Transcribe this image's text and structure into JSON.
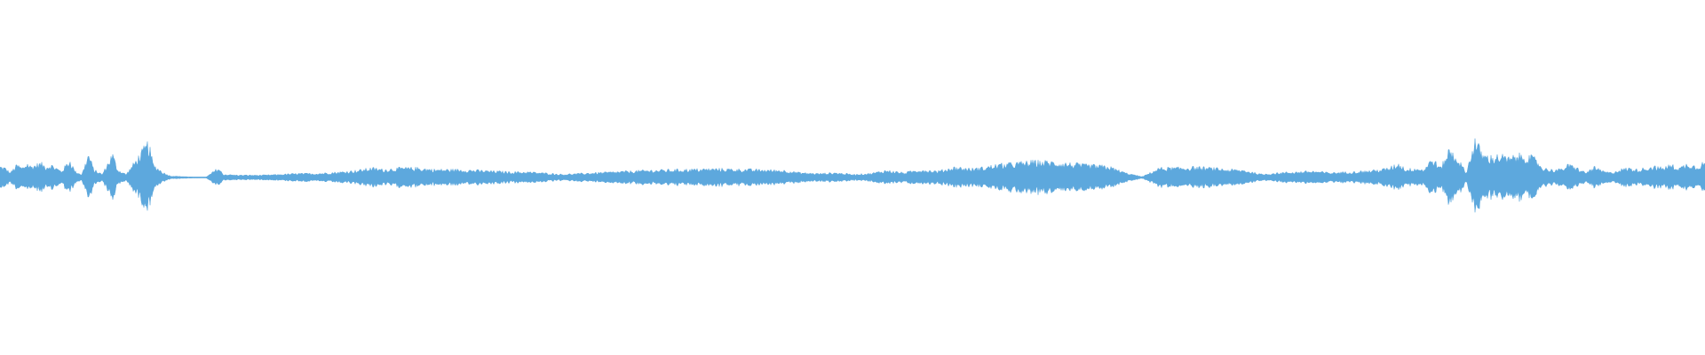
{
  "waveform": {
    "color": "#5DA8DD",
    "background": "#ffffff",
    "amplitude_envelope": [
      [
        0,
        0.07
      ],
      [
        0.003,
        0.06
      ],
      [
        0.006,
        0.03
      ],
      [
        0.01,
        0.08
      ],
      [
        0.013,
        0.06
      ],
      [
        0.016,
        0.09
      ],
      [
        0.018,
        0.07
      ],
      [
        0.021,
        0.08
      ],
      [
        0.024,
        0.09
      ],
      [
        0.027,
        0.07
      ],
      [
        0.03,
        0.08
      ],
      [
        0.033,
        0.06
      ],
      [
        0.036,
        0.04
      ],
      [
        0.041,
        0.11
      ],
      [
        0.044,
        0.04
      ],
      [
        0.048,
        0.02
      ],
      [
        0.052,
        0.15
      ],
      [
        0.055,
        0.05
      ],
      [
        0.06,
        0.02
      ],
      [
        0.066,
        0.15
      ],
      [
        0.069,
        0.05
      ],
      [
        0.074,
        0.02
      ],
      [
        0.087,
        0.22
      ],
      [
        0.09,
        0.08
      ],
      [
        0.096,
        0.03
      ],
      [
        0.1,
        0.01
      ],
      [
        0.11,
        0.005
      ],
      [
        0.115,
        0.002
      ],
      [
        0.121,
        0.003
      ],
      [
        0.128,
        0.06
      ],
      [
        0.131,
        0.02
      ],
      [
        0.14,
        0.015
      ],
      [
        0.155,
        0.015
      ],
      [
        0.165,
        0.02
      ],
      [
        0.175,
        0.025
      ],
      [
        0.185,
        0.025
      ],
      [
        0.2,
        0.035
      ],
      [
        0.21,
        0.045
      ],
      [
        0.218,
        0.06
      ],
      [
        0.225,
        0.05
      ],
      [
        0.235,
        0.06
      ],
      [
        0.245,
        0.06
      ],
      [
        0.255,
        0.05
      ],
      [
        0.27,
        0.05
      ],
      [
        0.28,
        0.045
      ],
      [
        0.29,
        0.04
      ],
      [
        0.3,
        0.035
      ],
      [
        0.31,
        0.035
      ],
      [
        0.33,
        0.02
      ],
      [
        0.34,
        0.025
      ],
      [
        0.36,
        0.035
      ],
      [
        0.38,
        0.045
      ],
      [
        0.4,
        0.05
      ],
      [
        0.42,
        0.055
      ],
      [
        0.44,
        0.05
      ],
      [
        0.46,
        0.045
      ],
      [
        0.47,
        0.03
      ],
      [
        0.48,
        0.025
      ],
      [
        0.49,
        0.03
      ],
      [
        0.5,
        0.02
      ],
      [
        0.51,
        0.025
      ],
      [
        0.52,
        0.045
      ],
      [
        0.53,
        0.03
      ],
      [
        0.54,
        0.05
      ],
      [
        0.55,
        0.04
      ],
      [
        0.56,
        0.065
      ],
      [
        0.57,
        0.055
      ],
      [
        0.575,
        0.06
      ],
      [
        0.585,
        0.08
      ],
      [
        0.595,
        0.09
      ],
      [
        0.605,
        0.1
      ],
      [
        0.615,
        0.1
      ],
      [
        0.625,
        0.09
      ],
      [
        0.635,
        0.08
      ],
      [
        0.65,
        0.07
      ],
      [
        0.66,
        0.03
      ],
      [
        0.67,
        0.005
      ],
      [
        0.68,
        0.06
      ],
      [
        0.69,
        0.06
      ],
      [
        0.7,
        0.065
      ],
      [
        0.71,
        0.06
      ],
      [
        0.72,
        0.05
      ],
      [
        0.73,
        0.045
      ],
      [
        0.74,
        0.02
      ],
      [
        0.75,
        0.03
      ],
      [
        0.76,
        0.035
      ],
      [
        0.77,
        0.04
      ],
      [
        0.78,
        0.03
      ],
      [
        0.79,
        0.035
      ],
      [
        0.8,
        0.04
      ],
      [
        0.81,
        0.05
      ],
      [
        0.815,
        0.06
      ],
      [
        0.82,
        0.09
      ],
      [
        0.825,
        0.05
      ],
      [
        0.83,
        0.06
      ],
      [
        0.835,
        0.05
      ],
      [
        0.84,
        0.12
      ],
      [
        0.845,
        0.06
      ],
      [
        0.85,
        0.18
      ],
      [
        0.855,
        0.12
      ],
      [
        0.86,
        0.03
      ],
      [
        0.865,
        0.24
      ],
      [
        0.87,
        0.14
      ],
      [
        0.875,
        0.13
      ],
      [
        0.88,
        0.14
      ],
      [
        0.885,
        0.12
      ],
      [
        0.89,
        0.14
      ],
      [
        0.895,
        0.14
      ],
      [
        0.9,
        0.12
      ],
      [
        0.905,
        0.06
      ],
      [
        0.91,
        0.05
      ],
      [
        0.915,
        0.05
      ],
      [
        0.92,
        0.08
      ],
      [
        0.925,
        0.06
      ],
      [
        0.93,
        0.03
      ],
      [
        0.935,
        0.065
      ],
      [
        0.94,
        0.04
      ],
      [
        0.945,
        0.03
      ],
      [
        0.95,
        0.05
      ],
      [
        0.955,
        0.06
      ],
      [
        0.96,
        0.05
      ],
      [
        0.965,
        0.06
      ],
      [
        0.97,
        0.07
      ],
      [
        0.975,
        0.06
      ],
      [
        0.98,
        0.08
      ],
      [
        0.985,
        0.06
      ],
      [
        0.99,
        0.09
      ],
      [
        0.995,
        0.07
      ],
      [
        1.0,
        0.1
      ]
    ]
  }
}
